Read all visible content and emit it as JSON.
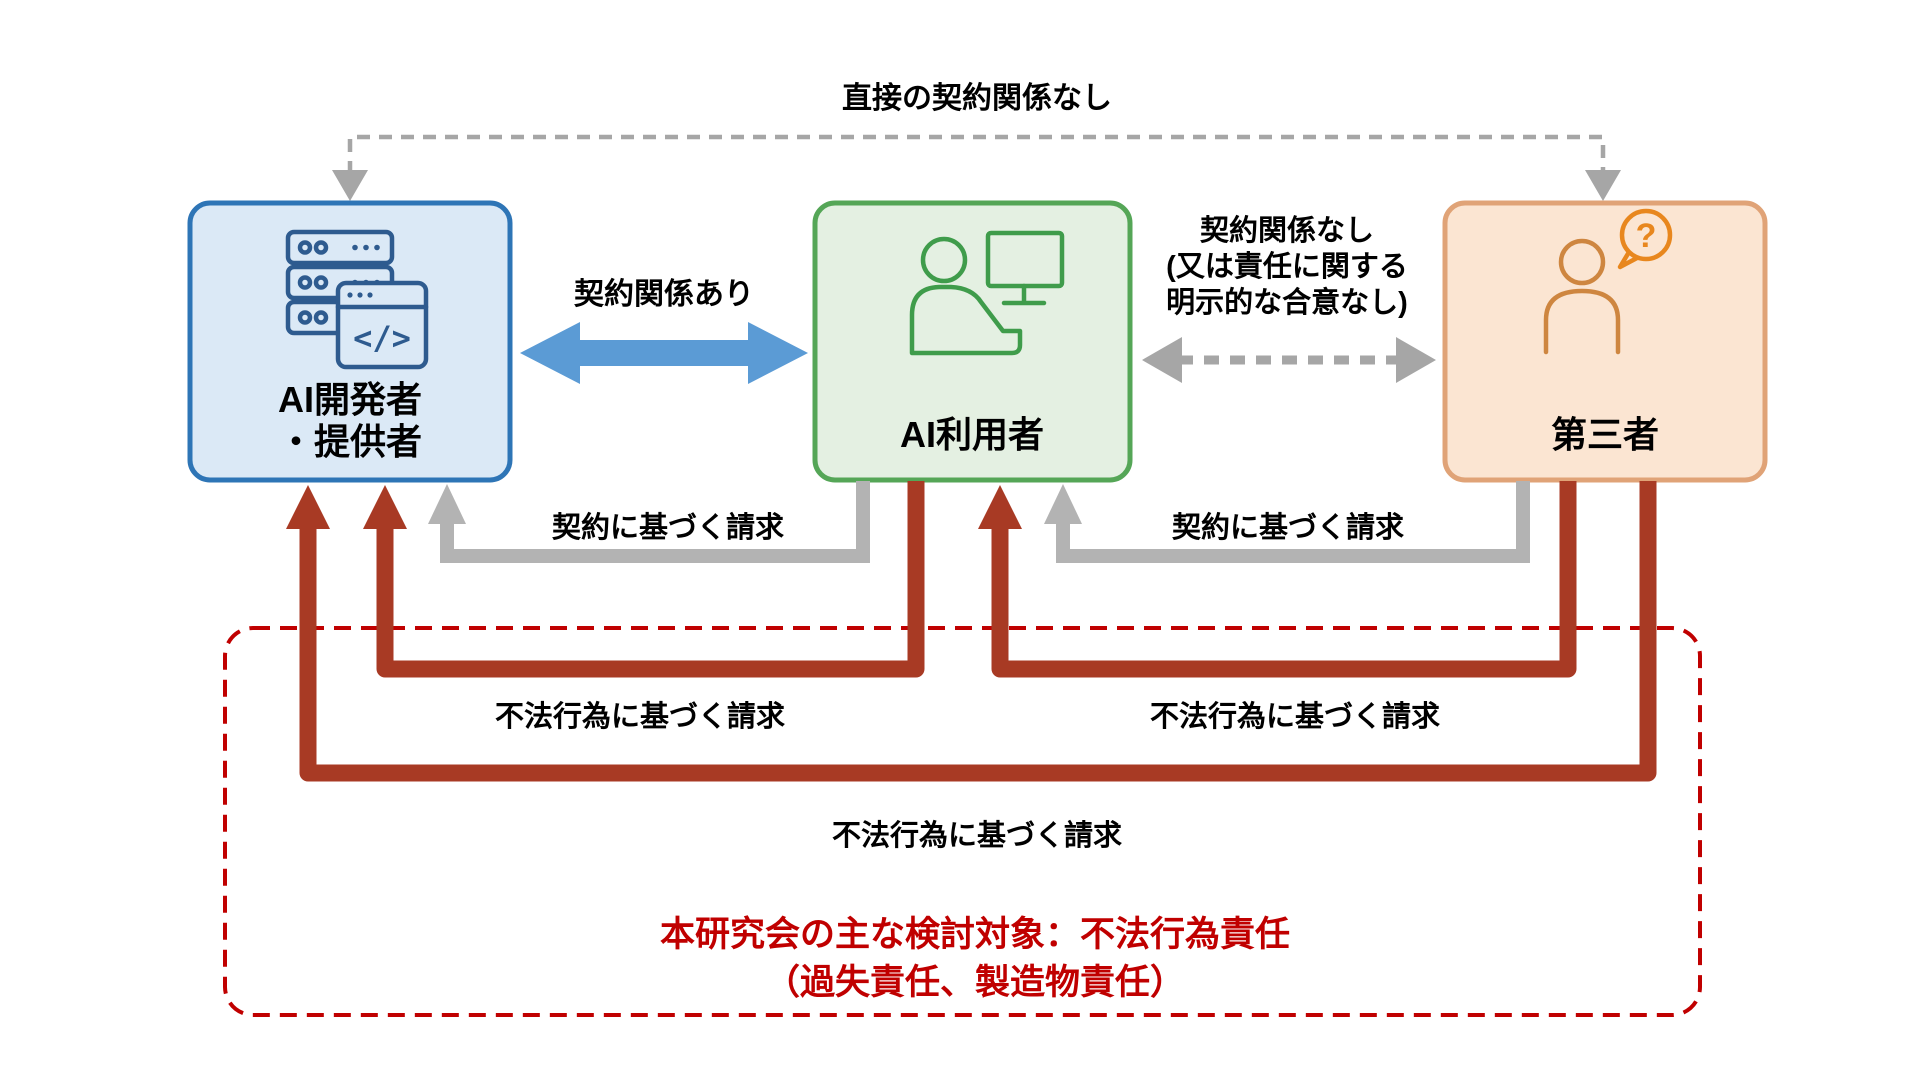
{
  "diagram": {
    "top_note": "直接の契約関係なし",
    "boxes": {
      "developer": {
        "line1": "AI開発者",
        "line2": "・提供者"
      },
      "user": {
        "label": "AI利用者"
      },
      "third_party": {
        "label": "第三者"
      }
    },
    "icons": {
      "developer": "server-and-code-window",
      "code_glyph": "</>",
      "user": "person-at-computer",
      "third_party": "person-with-question-bubble",
      "question_glyph": "?"
    },
    "relations": {
      "contract_exists": "契約関係あり",
      "no_contract_line1": "契約関係なし",
      "no_contract_line2": "(又は責任に関する",
      "no_contract_line3": "明示的な合意なし)",
      "contract_claim_dev": "契約に基づく請求",
      "contract_claim_user": "契約に基づく請求",
      "tort_claim_user_to_dev": "不法行為に基づく請求",
      "tort_claim_third_to_user": "不法行為に基づく請求",
      "tort_claim_third_to_dev": "不法行為に基づく請求"
    },
    "focus_note": {
      "line1": "本研究会の主な検討対象：不法行為責任",
      "line2": "（過失責任、製造物責任）"
    },
    "colors": {
      "developer_border": "#2E75B6",
      "developer_fill": "#DBE9F6",
      "developer_icon": "#2E5B8F",
      "user_border": "#55A657",
      "user_fill": "#E4F0E2",
      "user_icon": "#3F9C4B",
      "third_border": "#E0A377",
      "third_fill": "#FBE5D2",
      "third_icon": "#CE8640",
      "bubble_icon": "#E8871E",
      "contract_arrow_blue": "#5B9BD5",
      "dashed_gray": "#A6A6A6",
      "claim_gray": "#B3B3B3",
      "tort_red": "#A83A24",
      "focus_red": "#C00000",
      "text_black": "#000000"
    }
  }
}
